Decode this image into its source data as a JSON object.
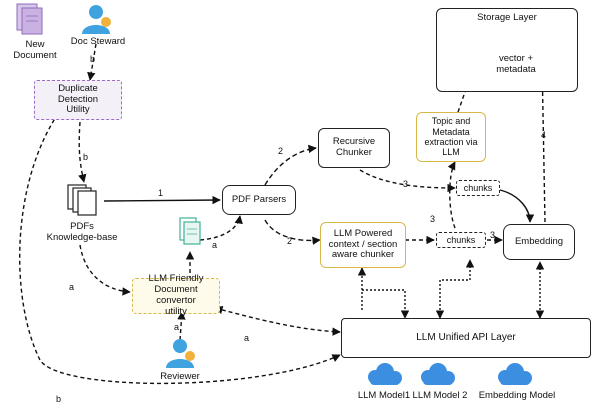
{
  "nodes": {
    "new_document": "New Document",
    "doc_steward": "Doc Steward",
    "duplicate_detection": "Duplicate Detection\nUtility",
    "pdfs": "PDFs\nKnowledge-base",
    "pdf_parsers": "PDF Parsers",
    "recursive_chunker": "Recursive\nChunker",
    "llm_chunker": "LLM Powered\ncontext / section\naware chunker",
    "llm_converter": "LLM Friendly\nDocument convertor\nutility",
    "reviewer": "Reviewer",
    "storage_layer": "Storage Layer",
    "vector_metadata": "vector +\nmetadata",
    "topic_extraction": "Topic and\nMetadata\nextraction via\nLLM",
    "chunks_top": "chunks",
    "chunks_mid": "chunks",
    "embedding": "Embedding",
    "llm_api_layer": "LLM Unified API Layer",
    "llm_model1": "LLM Model1",
    "llm_model2": "LLM Model 2",
    "embedding_model": "Embedding Model"
  },
  "edge_labels": {
    "b_top": "b",
    "b_mid": "b",
    "b_bottom": "b",
    "one": "1",
    "two_top": "2",
    "two_bottom": "2",
    "three_top": "3",
    "three_left": "3",
    "three_right": "3",
    "four_left": "4",
    "four_right": "4",
    "a_left": "a",
    "a_reviewer": "a",
    "a_api": "a",
    "a_top": "a"
  },
  "colors": {
    "purple_doc": "#b79ad6",
    "person_blue": "#3fa3e0",
    "person_badge": "#f0b23a",
    "green_doc": "#4fb7a0",
    "cloud_blue": "#3c8ee0"
  }
}
